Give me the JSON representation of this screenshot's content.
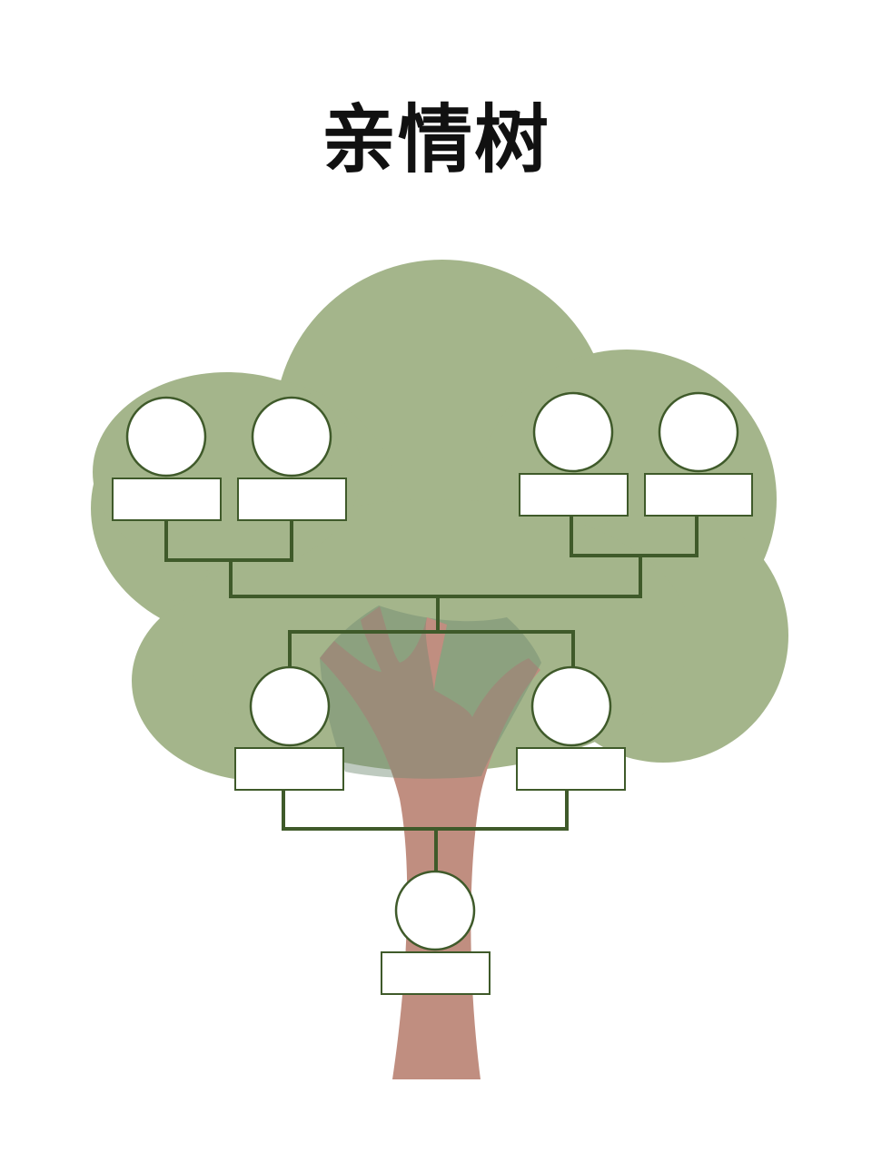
{
  "title": "亲情树",
  "colors": {
    "canopy": "#a4b58b",
    "canopy_shadow": "#8a9a7c",
    "trunk": "#c08e80",
    "line": "#3f5a2a",
    "slot_fill": "#ffffff"
  },
  "generations": [
    {
      "level": "grandparents",
      "members": [
        {
          "slot": "paternal-grandfather",
          "photo": "",
          "name": ""
        },
        {
          "slot": "paternal-grandmother",
          "photo": "",
          "name": ""
        },
        {
          "slot": "maternal-grandfather",
          "photo": "",
          "name": ""
        },
        {
          "slot": "maternal-grandmother",
          "photo": "",
          "name": ""
        }
      ]
    },
    {
      "level": "parents",
      "members": [
        {
          "slot": "father",
          "photo": "",
          "name": ""
        },
        {
          "slot": "mother",
          "photo": "",
          "name": ""
        }
      ]
    },
    {
      "level": "child",
      "members": [
        {
          "slot": "self",
          "photo": "",
          "name": ""
        }
      ]
    }
  ]
}
